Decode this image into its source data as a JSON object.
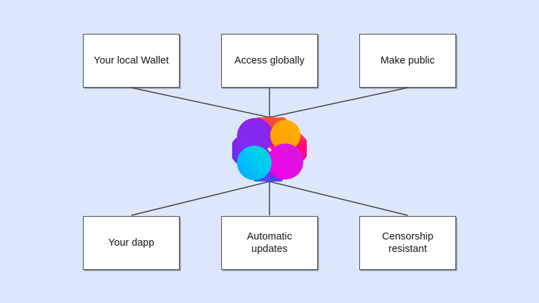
{
  "diagram": {
    "title": "IPFS dapp distribution diagram",
    "background_color": "#dce7fb",
    "line_color": "#3f3f3f",
    "box_fill": "#ffffff",
    "box_border": "#4a4a4a",
    "center": {
      "icon_name": "ipfs-logo",
      "colors": {
        "purple": "#7b2ff7",
        "violet": "#9b1ede",
        "orange": "#ffa800",
        "pink": "#ff0a78",
        "magenta": "#ee00dd",
        "cyan": "#00c8f0",
        "blue": "#0a7dff",
        "teal": "#00d4d4"
      }
    },
    "top_nodes": [
      {
        "id": "wallet",
        "label": "Your local Wallet"
      },
      {
        "id": "access",
        "label": "Access globally"
      },
      {
        "id": "public",
        "label": "Make public"
      }
    ],
    "bottom_nodes": [
      {
        "id": "dapp",
        "label": "Your dapp"
      },
      {
        "id": "updates",
        "label": "Automatic\nupdates"
      },
      {
        "id": "censor",
        "label": "Censorship\nresistant"
      }
    ]
  }
}
